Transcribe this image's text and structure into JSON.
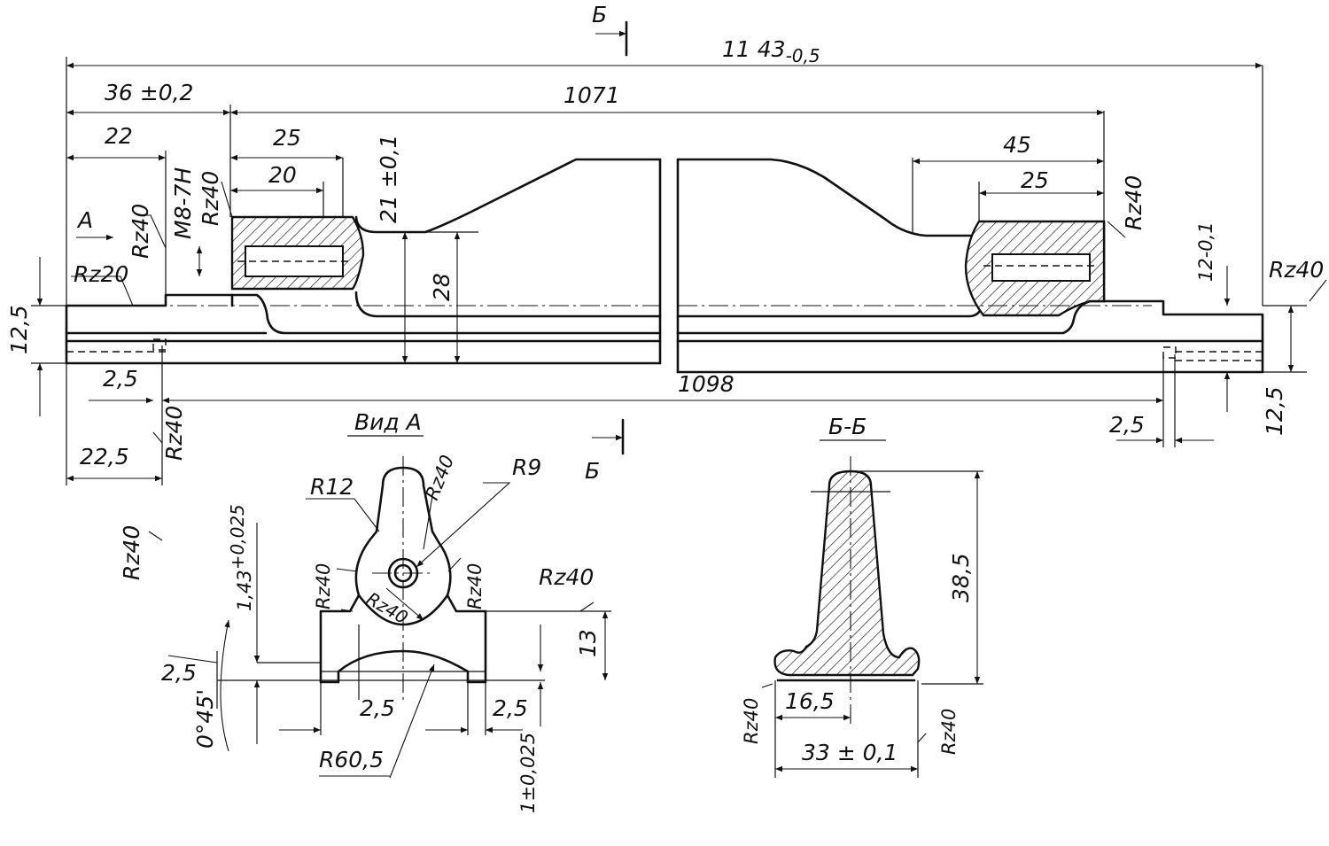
{
  "drawing": {
    "section_mark": "Б",
    "view_a_arrow": "А",
    "view_a_title": "Вид А",
    "section_title": "Б-Б",
    "main_view": {
      "dim_overall_length": "11 43",
      "dim_overall_length_tol": "-0,5",
      "dim_36": "36 ±0,2",
      "dim_1071": "1071",
      "dim_22": "22",
      "dim_25_left": "25",
      "dim_20": "20",
      "dim_21": "21 ±0,1",
      "dim_45": "45",
      "dim_25_right": "25",
      "dim_28": "28",
      "dim_12_5_left": "12,5",
      "dim_12_tol": "12-0,1",
      "dim_1098": "1098",
      "dim_2_5_left": "2,5",
      "dim_2_5_right": "2,5",
      "dim_22_5": "22,5",
      "dim_12_5_right": "12,5",
      "thread": "М8-7Н",
      "rough_rz20": "Rz20",
      "rough_rz40_a": "Rz40",
      "rough_rz40_b": "Rz40",
      "rough_rz40_c": "Rz40",
      "rough_rz40_d": "Rz40",
      "rough_rz40_e": "Rz40",
      "rough_rz40_f": "Rz40"
    },
    "view_a": {
      "r12": "R12",
      "r9": "R9",
      "rz40_top": "Rz40",
      "rz40_left": "Rz40",
      "rz40_right": "Rz40",
      "rz40_center": "Rz40",
      "rz40_far": "Rz40",
      "dim_1_43": "1,43",
      "dim_1_43_tol": "+0,025",
      "dim_13": "13",
      "dim_2_5_a": "2,5",
      "dim_2_5_b": "2,5",
      "dim_2_5_c": "2,5",
      "angle": "0°45'",
      "r60_5": "R60,5",
      "dim_1_tol": "1±0,025"
    },
    "section_b": {
      "dim_38_5": "38,5",
      "dim_16_5": "16,5",
      "dim_33": "33 ± 0,1",
      "rz40_left": "Rz40",
      "rz40_right": "Rz40"
    }
  }
}
